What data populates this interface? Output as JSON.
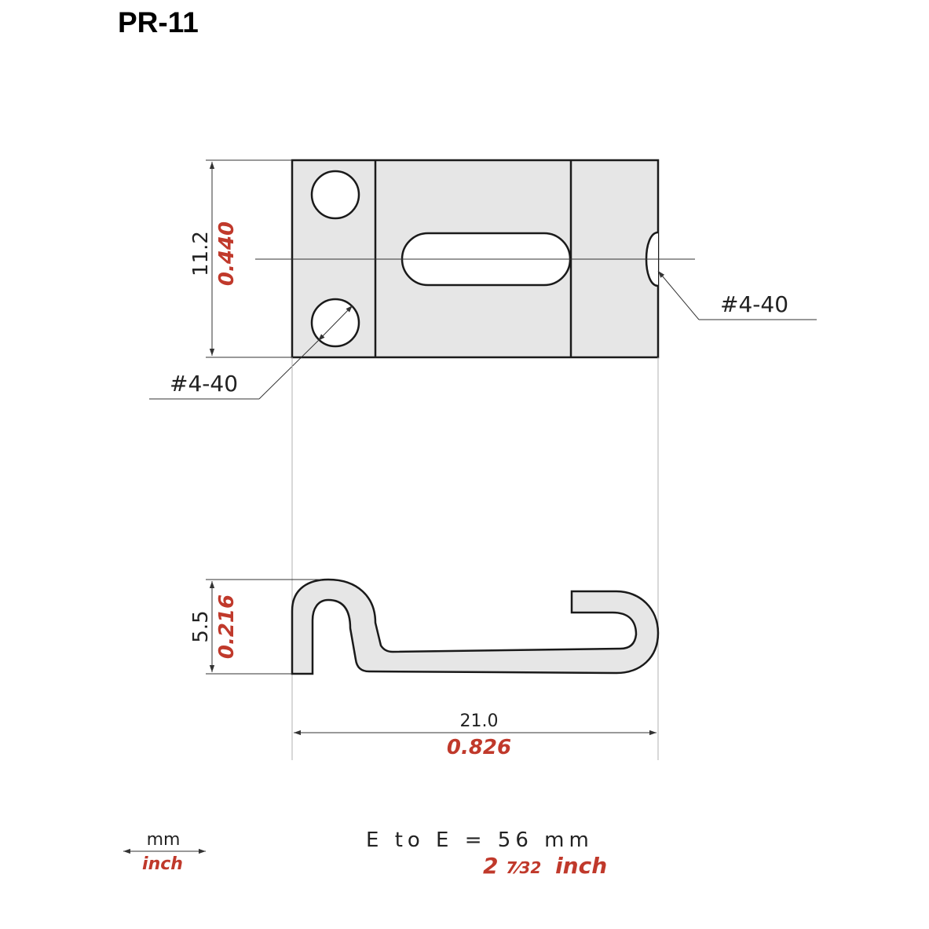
{
  "title": "PR-11",
  "top_view": {
    "height_mm": "11.2",
    "height_inch": "0.440",
    "hole_left_callout": "#4-40",
    "hole_right_callout": "#4-40"
  },
  "side_view": {
    "height_mm": "5.5",
    "height_inch": "0.216",
    "width_mm": "21.0",
    "width_inch": "0.826"
  },
  "legend": {
    "mm_label": "mm",
    "inch_label": "inch"
  },
  "edge_to_edge": {
    "mm_text": "E to E = 56 mm",
    "inch_whole": "2",
    "inch_fraction": "7⁄32",
    "inch_unit": "inch"
  },
  "colors": {
    "inch_red": "#c0392b",
    "part_fill": "#e6e6e6"
  }
}
